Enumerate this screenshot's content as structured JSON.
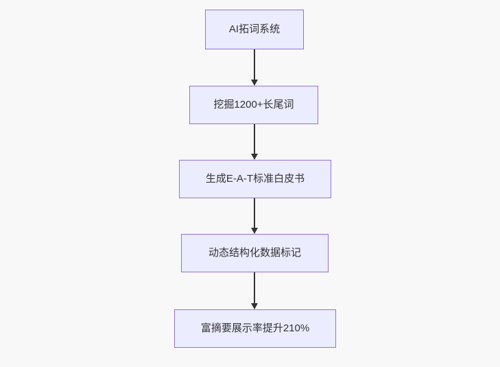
{
  "diagram": {
    "type": "flowchart",
    "direction": "top-to-bottom",
    "nodes": [
      {
        "label": "AI拓词系统"
      },
      {
        "label": "挖掘1200+长尾词"
      },
      {
        "label": "生成E-A-T标准白皮书"
      },
      {
        "label": "动态结构化数据标记"
      },
      {
        "label": "富摘要展示率提升210%"
      }
    ],
    "edges": [
      {
        "from": 0,
        "to": 1,
        "arrow": "down"
      },
      {
        "from": 1,
        "to": 2,
        "arrow": "down"
      },
      {
        "from": 2,
        "to": 3,
        "arrow": "down"
      },
      {
        "from": 3,
        "to": 4,
        "arrow": "down"
      }
    ],
    "colors": {
      "node_fill": "#ECECFF",
      "node_border": "#9370DB",
      "node_text": "#333333",
      "arrow": "#333333",
      "background": "#F8F8F8"
    }
  }
}
